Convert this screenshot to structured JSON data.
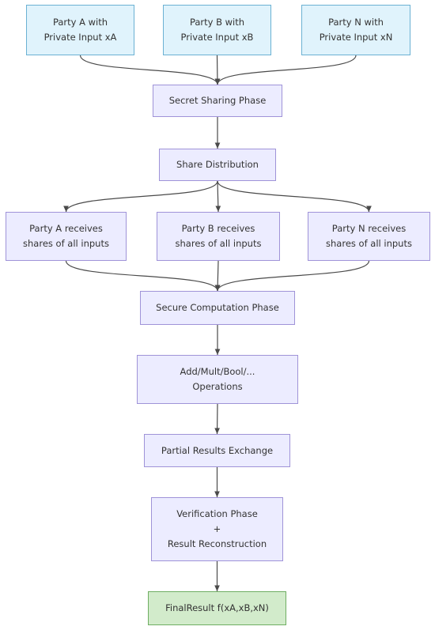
{
  "colors": {
    "input_fill": "#E0F3FC",
    "input_border": "#6BB1D3",
    "process_fill": "#ECECFF",
    "process_border": "#9F93D8",
    "final_fill": "#D2EBCB",
    "final_border": "#6FAE62",
    "edge": "#4A4A4A"
  },
  "nodes": {
    "party_a_input": {
      "lines": [
        "Party A with",
        "Private Input xA"
      ]
    },
    "party_b_input": {
      "lines": [
        "Party B with",
        "Private Input xB"
      ]
    },
    "party_n_input": {
      "lines": [
        "Party N with",
        "Private Input xN"
      ]
    },
    "secret_sharing": {
      "lines": [
        "Secret Sharing Phase"
      ]
    },
    "share_distribution": {
      "lines": [
        "Share Distribution"
      ]
    },
    "party_a_receives": {
      "lines": [
        "Party A receives",
        "shares of all inputs"
      ]
    },
    "party_b_receives": {
      "lines": [
        "Party B receives",
        "shares of all inputs"
      ]
    },
    "party_n_receives": {
      "lines": [
        "Party N receives",
        "shares of all inputs"
      ]
    },
    "secure_computation": {
      "lines": [
        "Secure Computation Phase"
      ]
    },
    "operations": {
      "lines": [
        "Add/Mult/Bool/...",
        "Operations"
      ]
    },
    "partial_results": {
      "lines": [
        "Partial Results Exchange"
      ]
    },
    "verification": {
      "lines": [
        "Verification Phase",
        "+",
        "Result Reconstruction"
      ]
    },
    "final_result": {
      "lines": [
        "FinalResult f(xA,xB,xN)"
      ]
    }
  },
  "edges": [
    {
      "from": "party_a_input",
      "to": "secret_sharing"
    },
    {
      "from": "party_b_input",
      "to": "secret_sharing"
    },
    {
      "from": "party_n_input",
      "to": "secret_sharing"
    },
    {
      "from": "secret_sharing",
      "to": "share_distribution"
    },
    {
      "from": "share_distribution",
      "to": "party_a_receives"
    },
    {
      "from": "share_distribution",
      "to": "party_b_receives"
    },
    {
      "from": "share_distribution",
      "to": "party_n_receives"
    },
    {
      "from": "party_a_receives",
      "to": "secure_computation"
    },
    {
      "from": "party_b_receives",
      "to": "secure_computation"
    },
    {
      "from": "party_n_receives",
      "to": "secure_computation"
    },
    {
      "from": "secure_computation",
      "to": "operations"
    },
    {
      "from": "operations",
      "to": "partial_results"
    },
    {
      "from": "partial_results",
      "to": "verification"
    },
    {
      "from": "verification",
      "to": "final_result"
    }
  ]
}
